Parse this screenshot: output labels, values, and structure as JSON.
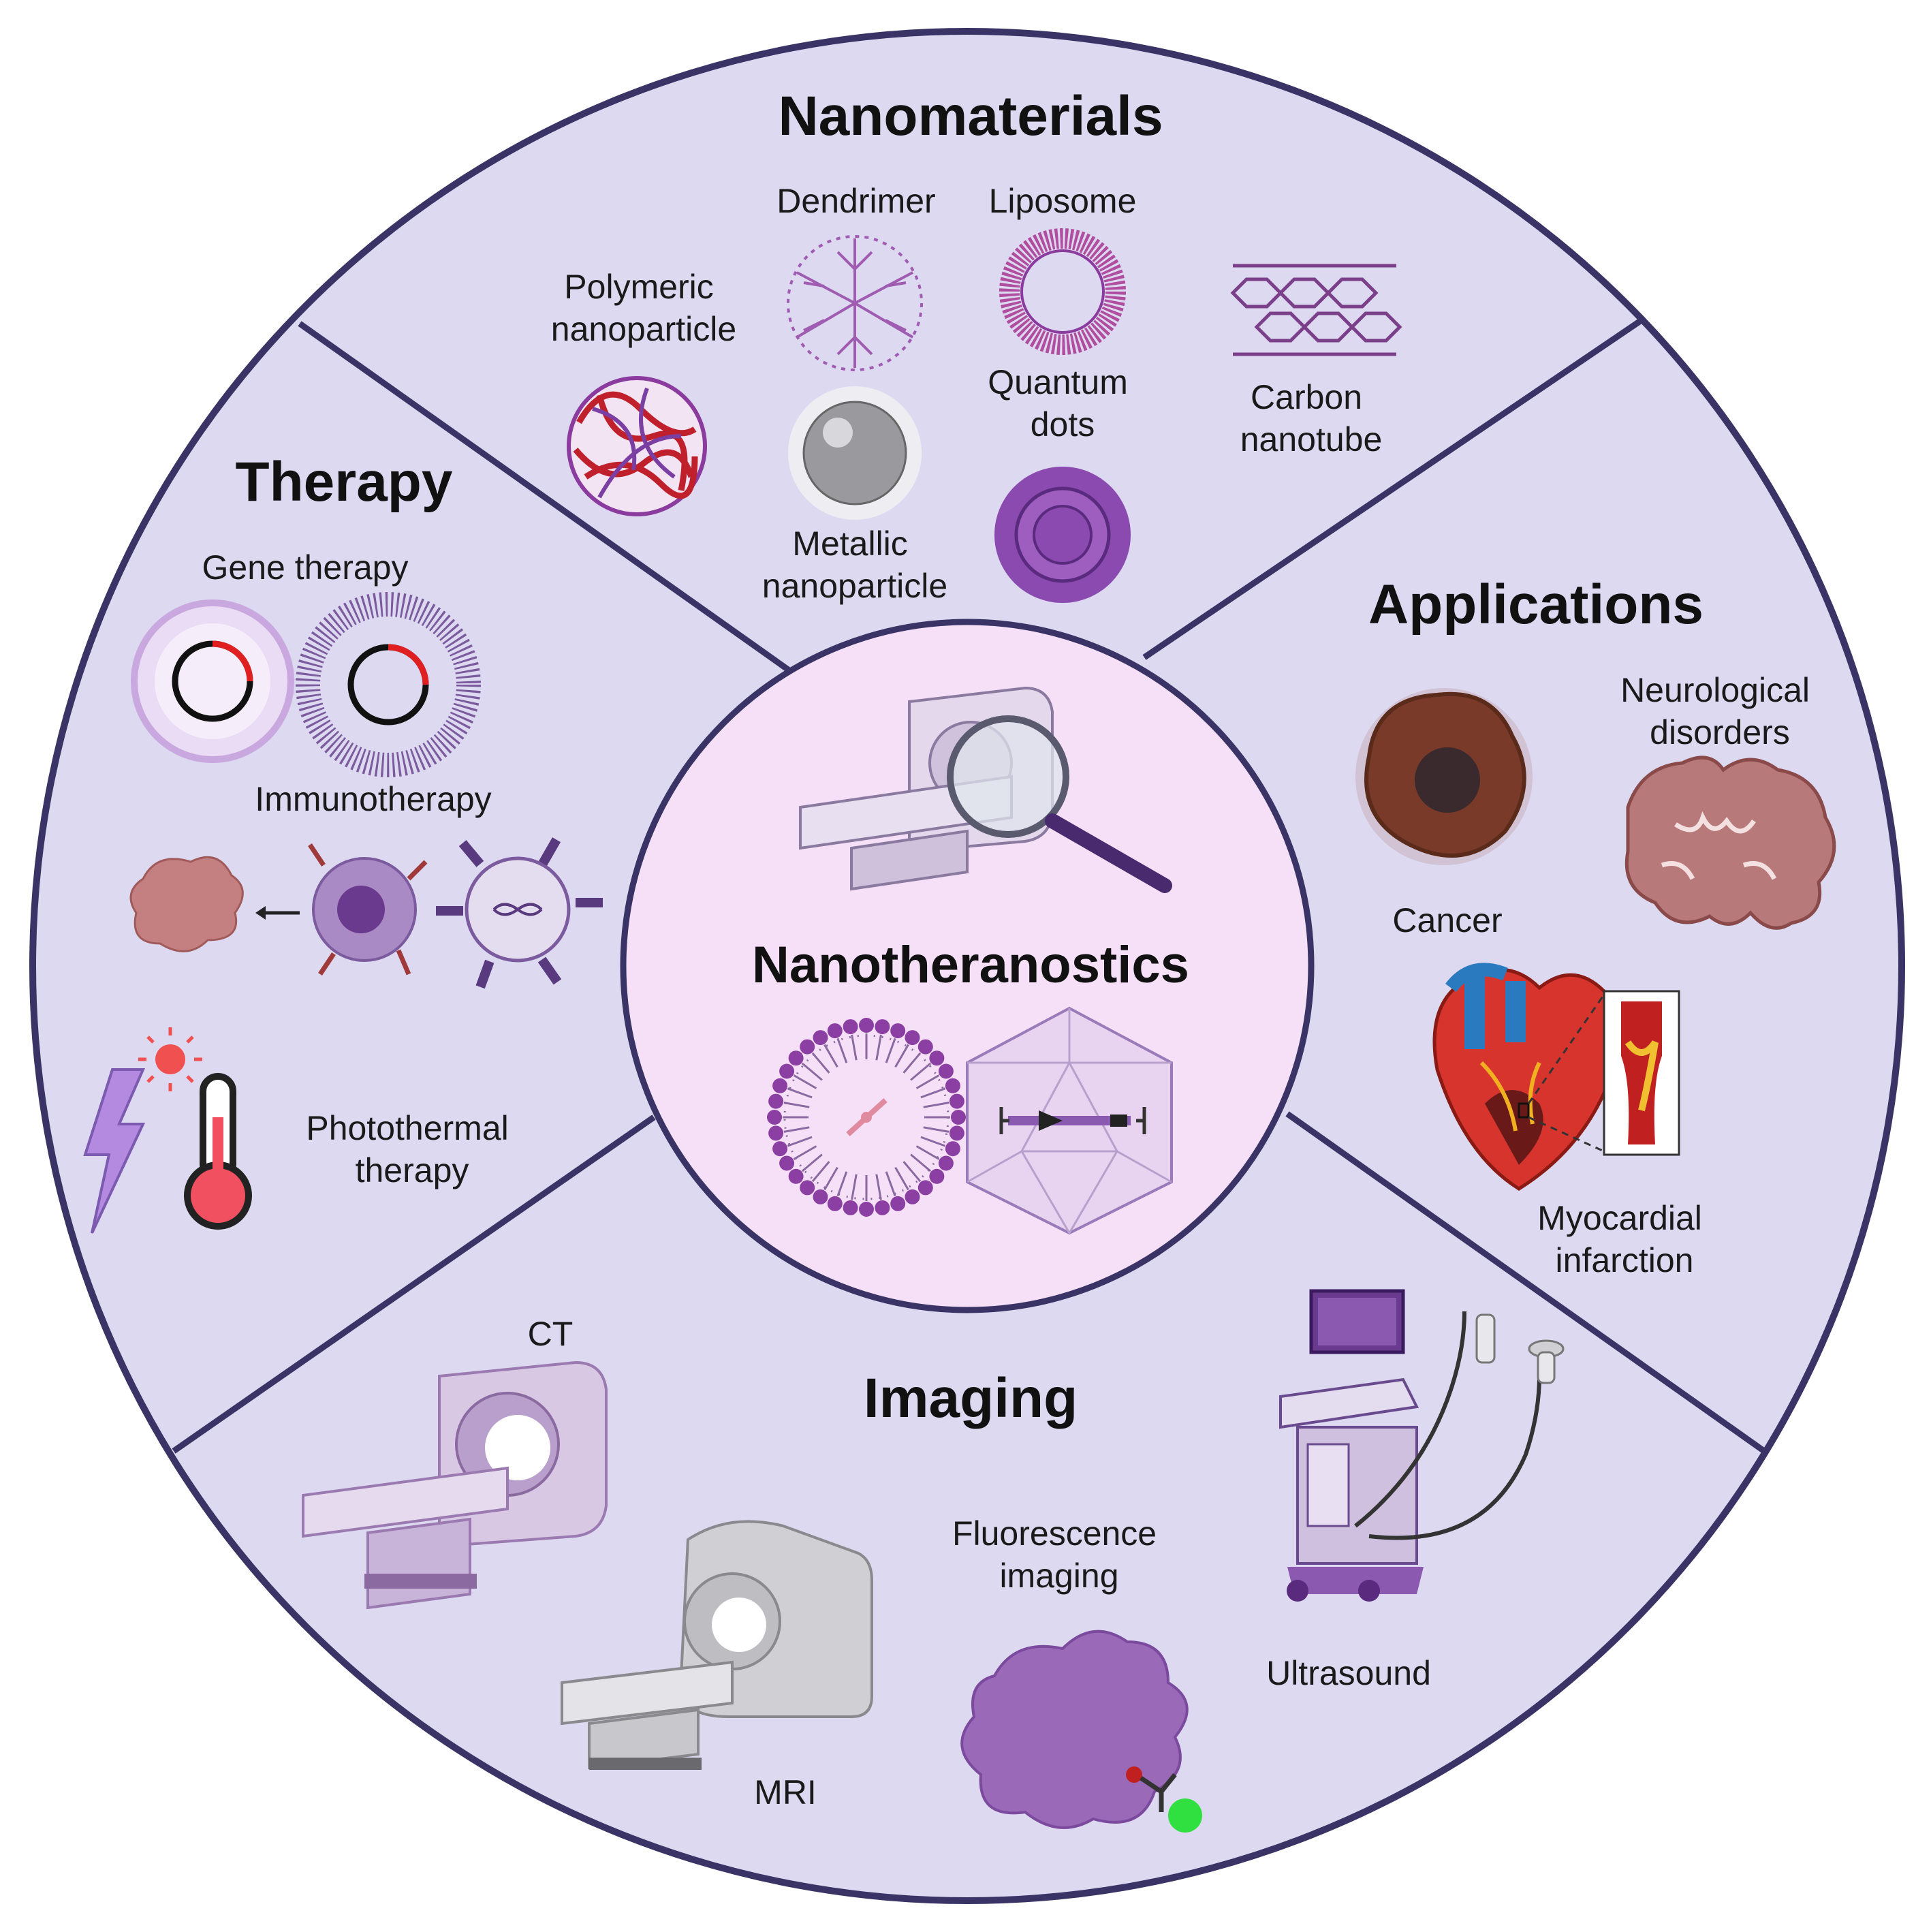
{
  "center": {
    "title": "Nanotheranostics"
  },
  "sections": {
    "nanomaterials": {
      "title": "Nanomaterials",
      "items": {
        "polymeric": [
          "Polymeric",
          "nanoparticle"
        ],
        "dendrimer": "Dendrimer",
        "liposome": "Liposome",
        "metallic": [
          "Metallic",
          "nanoparticle"
        ],
        "quantum": [
          "Quantum",
          "dots"
        ],
        "carbon": [
          "Carbon",
          "nanotube"
        ]
      }
    },
    "therapy": {
      "title": "Therapy",
      "items": {
        "gene": "Gene therapy",
        "immuno": "Immunotherapy",
        "photothermal": [
          "Photothermal",
          "therapy"
        ]
      }
    },
    "applications": {
      "title": "Applications",
      "items": {
        "neuro": [
          "Neurological",
          "disorders"
        ],
        "cancer": "Cancer",
        "mi": [
          "Myocardial",
          "infarction"
        ]
      }
    },
    "imaging": {
      "title": "Imaging",
      "items": {
        "ct": "CT",
        "fluorescence": [
          "Fluorescence",
          "imaging"
        ],
        "ultrasound": "Ultrasound",
        "mri": "MRI"
      }
    }
  },
  "colors": {
    "outer_fill": "#dcd9f1",
    "outer_stroke": "#3a3466",
    "center_fill": "#f6e0f8",
    "accent": "#7b3fa3",
    "red": "#e02020"
  }
}
